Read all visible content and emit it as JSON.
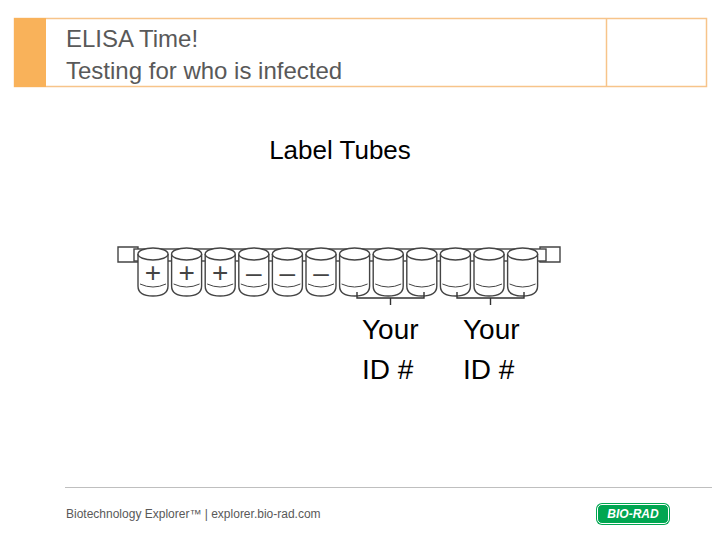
{
  "diagram": {
    "title": "ELISA Time!",
    "nodes": [
      {
        "text": [
          "+"
        ]
      },
      {
        "text": [
          "+"
        ]
      },
      {
        "text": [
          "+"
        ]
      },
      {
        "text": [
          "–"
        ]
      },
      {
        "text": [
          "–"
        ]
      },
      {
        "text": [
          "–"
        ]
      },
      {
        "text": [
          "BIO-RAD"
        ]
      }
    ],
    "labels": [
      "Testing for who is infected",
      "Label Tubes",
      "Your ID #",
      "Your ID #",
      "Biotechnology Explorer™ | explorer.bio-rad.com"
    ]
  }
}
